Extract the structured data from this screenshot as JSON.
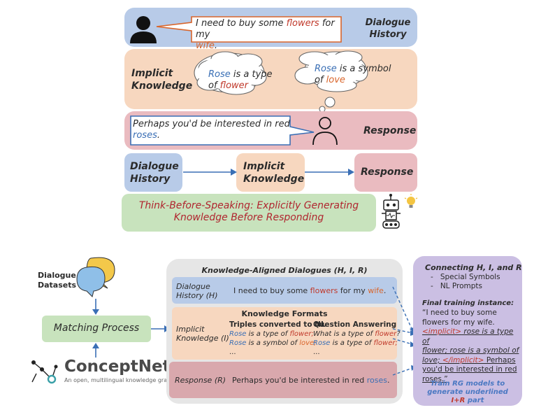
{
  "top": {
    "dialogue_history_label_1": "Dialogue",
    "dialogue_history_label_2": "History",
    "utterance_1": "I need to buy some ",
    "utterance_flowers": "flowers",
    "utterance_2": " for my",
    "utterance_wife": "wife",
    "utterance_3": ".",
    "implicit_label_1": "Implicit",
    "implicit_label_2": "Knowledge",
    "cloud1_rose": "Rose",
    "cloud1_mid": " is a type",
    "cloud1_of": "of ",
    "cloud1_flower": "flower",
    "cloud2_rose": "Rose",
    "cloud2_mid": " is a symbol",
    "cloud2_of": "of ",
    "cloud2_love": "love",
    "response_label": "Response",
    "response_1": "Perhaps you'd be interested in red",
    "response_roses": "roses",
    "response_2": ".",
    "flow_dh_1": "Dialogue",
    "flow_dh_2": "History",
    "flow_ik_1": "Implicit",
    "flow_ik_2": "Knowledge",
    "flow_resp": "Response",
    "tbs_line1": "Think-Before-Speaking: Explicitly Generating",
    "tbs_line2": "Knowledge Before Responding"
  },
  "bottom": {
    "datasets_1": "Dialogue",
    "datasets_2": "Datasets",
    "matching": "Matching Process",
    "conceptnet_name": "ConceptNet",
    "conceptnet_tagline": "An open, multilingual knowledge graph",
    "kad_title": "Knowledge-Aligned Dialogues (H, I, R)",
    "dh_label_1": "Dialogue",
    "dh_label_2": "History (H)",
    "dh_text_1": "I need to buy some ",
    "dh_flowers": "flowers",
    "dh_text_2": " for my ",
    "dh_wife": "wife",
    "dh_text_3": ".",
    "kf_title": "Knowledge Formats",
    "ik_label_1": "Implicit",
    "ik_label_2": "Knowledge (I)",
    "triples_head": "Triples converted to NL",
    "t_rose1": "Rose",
    "t_mid1": " is a type of ",
    "t_flower": "flower;",
    "t_rose2": "Rose",
    "t_mid2": " is a symbol of ",
    "t_love": "love;",
    "t_dots": "...",
    "qa_head": "Question Answering",
    "q1": "What is a type of ",
    "q1_flower": "flower",
    "q1_end": "?",
    "a_rose": "Rose",
    "a_mid": " is a type of ",
    "a_flower": "flower;",
    "qa_dots": "...",
    "resp_label": "Response (R)",
    "resp_text_1": "Perhaps you'd be interested in red ",
    "resp_roses": "roses",
    "resp_text_2": ".",
    "connect_title": "Connecting H, I, and R",
    "connect_items": [
      "Special Symbols",
      "NL Prompts"
    ],
    "final_title": "Final training instance:",
    "final_q1": "“I need to buy some",
    "final_q2": "flowers for my wife.",
    "final_tag1": "<implicit>",
    "final_k1": " rose is a type of",
    "final_k2": "flower; rose is a symbol of",
    "final_k3": "love; ",
    "final_tag2": "</implicit>",
    "final_p1": " Perhaps",
    "final_p2": "you'd be interested in red",
    "final_p3": "roses.”",
    "train_1": "Train RG models to",
    "train_2": "generate underlined",
    "train_ir": "I+R",
    "train_3": " part"
  }
}
